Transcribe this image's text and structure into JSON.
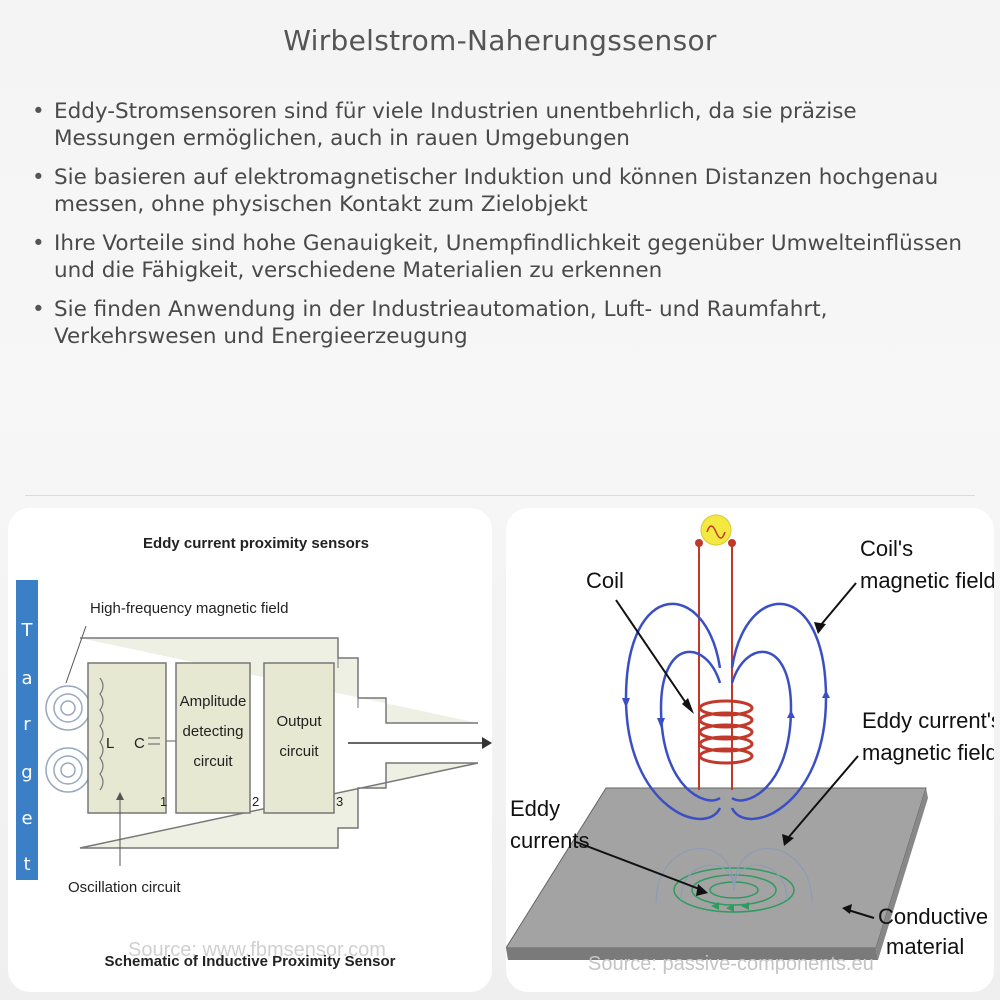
{
  "title": "Wirbelstrom-Naherungssensor",
  "bullets": [
    "Eddy-Stromsensoren sind für viele Industrien unentbehrlich, da sie präzise Messungen ermöglichen, auch in rauen Umgebungen",
    "Sie basieren auf elektromagnetischer Induktion und können Distanzen hochgenau messen, ohne physischen Kontakt zum Zielobjekt",
    "Ihre Vorteile sind hohe Genauigkeit, Unempfindlichkeit gegenüber Umwelteinflüssen und die Fähigkeit, verschiedene Materialien zu erkennen",
    "Sie finden Anwendung in der Industrieautomation, Luft- und Raumfahrt, Verkehrswesen und Energieerzeugung"
  ],
  "left_figure": {
    "heading": "Eddy current proximity sensors",
    "target_letters": [
      "T",
      "a",
      "r",
      "g",
      "e",
      "t"
    ],
    "hf_field_label": "High-frequency magnetic field",
    "lc_l": "L",
    "lc_c": "C",
    "amplitude_lines": [
      "Amplitude",
      "detecting",
      "circuit"
    ],
    "output_lines": [
      "Output",
      "circuit"
    ],
    "num1": "1",
    "num2": "2",
    "num3": "3",
    "oscillation_label": "Oscillation circuit",
    "caption": "Schematic of Inductive Proximity Sensor",
    "watermark": "Source: www.fbmsensor.com"
  },
  "right_figure": {
    "coil_label": "Coil",
    "coil_field_lines": [
      "Coil's",
      "magnetic field"
    ],
    "eddy_field_lines": [
      "Eddy current's",
      "magnetic field"
    ],
    "eddy_lines": [
      "Eddy",
      "currents"
    ],
    "conductive_lines": [
      "Conductive",
      "material"
    ],
    "source": "Source: passive-components.eu",
    "colors": {
      "field": "#3a4fc4",
      "coil": "#c0392b",
      "plate": "#9a9a9a",
      "eddy": "#2e9b5f",
      "source_bulb": "#f4e842"
    }
  }
}
